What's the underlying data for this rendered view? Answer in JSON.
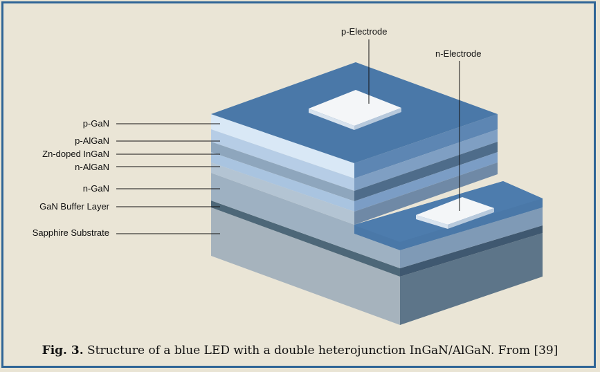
{
  "labels": {
    "p_electrode": "p-Electrode",
    "n_electrode": "n-Electrode",
    "p_gan": "p-GaN",
    "p_algan": "p-AlGaN",
    "zn_ingan": "Zn-doped InGaN",
    "n_algan": "n-AlGaN",
    "n_gan": "n-GaN",
    "buffer": "GaN Buffer Layer",
    "substrate": "Sapphire Substrate"
  },
  "caption": {
    "fig": "Fig. 3.",
    "text": " Structure of a blue LED with a double heterojunction InGaN/AlGaN. From [39]"
  },
  "colors": {
    "frame": "#2f6596",
    "background": "#eae5d6",
    "top_face": "#4a78a8",
    "electrode": "#f4f6f8"
  }
}
